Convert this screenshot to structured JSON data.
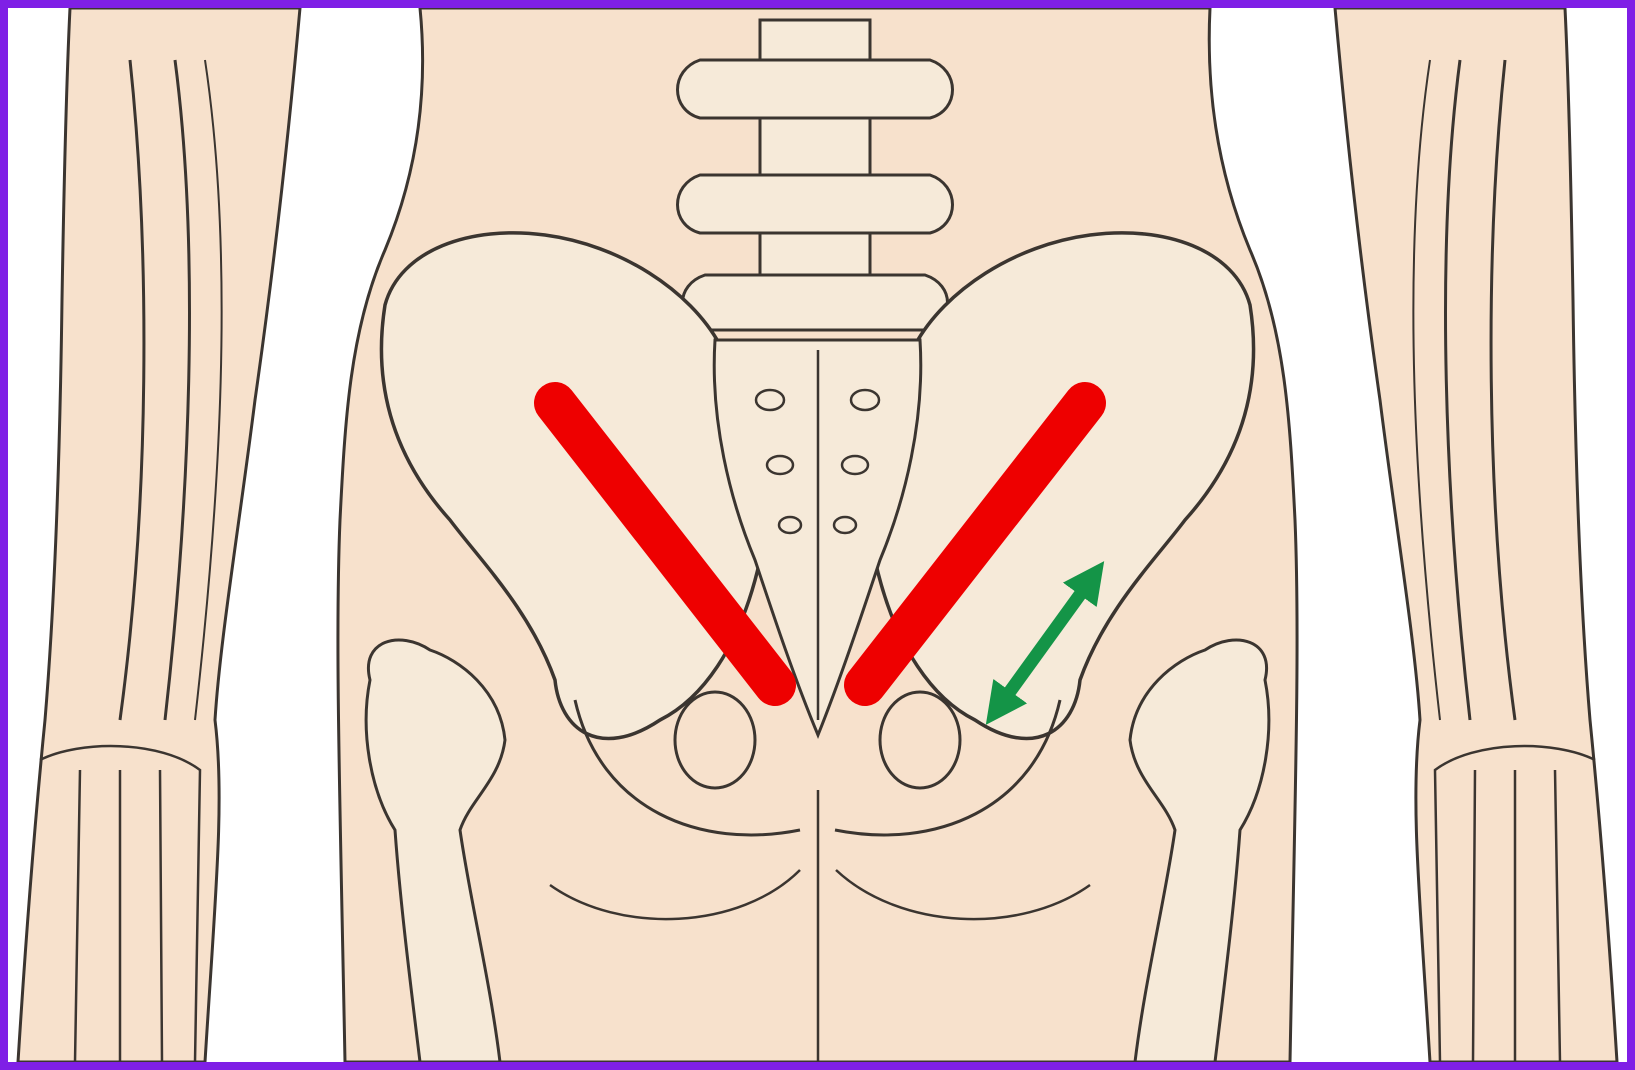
{
  "illustration": {
    "subject": "posterior-pelvis-skeleton-icon",
    "colors": {
      "frame": "#7f1fe6",
      "skin": "#f7e1cc",
      "bone": "#f6ead9",
      "outline": "#3b3530",
      "background": "#ffffff",
      "marker_line": "#ee0000",
      "marker_arrow": "#149447"
    },
    "annotations": [
      {
        "kind": "red-line-left",
        "icon": "red-line-marker"
      },
      {
        "kind": "red-line-right",
        "icon": "red-line-marker"
      },
      {
        "kind": "double-headed-arrow",
        "icon": "green-double-arrow"
      }
    ]
  }
}
